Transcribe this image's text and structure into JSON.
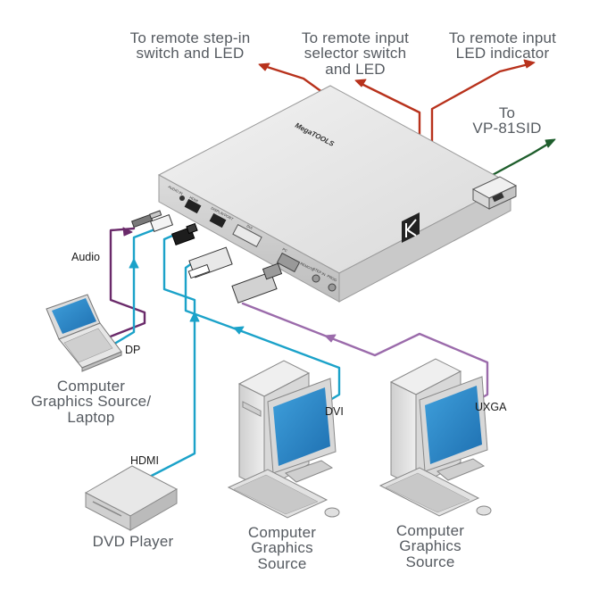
{
  "labels": {
    "remote_step_in": "To remote step-in\nswitch and LED",
    "remote_selector": "To remote input\nselector switch\nand LED",
    "remote_led": "To remote input\nLED indicator",
    "vp81sid": "To\nVP-81SID",
    "audio": "Audio",
    "dp": "DP",
    "laptop": "Computer\nGraphics Source/\nLaptop",
    "hdmi": "HDMI",
    "dvd_player": "DVD Player",
    "dvi": "DVI",
    "uxga": "UXGA",
    "computer_center": "Computer\nGraphics\nSource",
    "computer_right": "Computer\nGraphics\nSource"
  },
  "device": {
    "brand": "MegaTOOLS",
    "port_labels": [
      "AUDIO IN",
      "HDMI",
      "DISPLAYPORT",
      "DVI",
      "PC",
      "REMOTE",
      "STEP IN",
      "PROG"
    ]
  },
  "colors": {
    "remote_line": "#b8321c",
    "rs232_line": "#1e5e2c",
    "audio_line": "#6a2a6a",
    "dp_line": "#1ba2c9",
    "hdmi_line": "#1ba2c9",
    "dvi_line": "#1ba2c9",
    "uxga_line": "#9b6bab"
  }
}
